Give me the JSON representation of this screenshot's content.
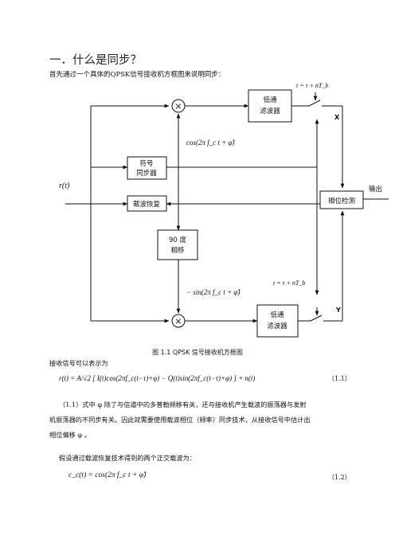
{
  "heading": "一．什么是同步？",
  "intro": "首先通过一个具体的QPSK信号接收机方框图来说明同步：",
  "diagram": {
    "input_label": "r(t)",
    "output_label": "输出",
    "lpf_top": [
      "低通",
      "滤波器"
    ],
    "lpf_bottom": [
      "低通",
      "滤波器"
    ],
    "symbol_sync": [
      "符号",
      "同步器"
    ],
    "carrier_recovery": "载波恢复",
    "phase_shift": [
      "90 度",
      "相移"
    ],
    "phase_detect": "相位检测",
    "cos_label": "cos(2π f_c t + φ̂)",
    "sin_label": "− sin(2π f_c t + φ̂)",
    "sample_top": "t = τ + nT_b",
    "sample_bottom": "t = τ + nT_b",
    "x_label": "X",
    "y_label": "Y",
    "mult_symbol": "×"
  },
  "caption": "图 1.1 QPSK 信号接收机方框图",
  "received_intro": "接收信号可以表示为",
  "eq1": "r(t) = A/√2 [ I(t)cos(2πf_c(t−τ)+φ) − Q(t)sin(2πf_c(t−τ)+φ) ] + n(t)",
  "eq1_num": "（1.1）",
  "para1": [
    "（1.1）式中 φ 除了与信道中的多普勒频移有关，还与接收机产生载波的振荡器与发射",
    "机振荡器的不同步有关。因此就需要使用载波相位（频率）同步技术，从接收信号中估计出",
    "相位偏移 φ 。"
  ],
  "para2": "假设通过载波恢复技术得到的两个正交载波为：",
  "eq2": "c_c(t) = cos(2π f_c t + φ̂)",
  "eq2_num": "（1.2）"
}
